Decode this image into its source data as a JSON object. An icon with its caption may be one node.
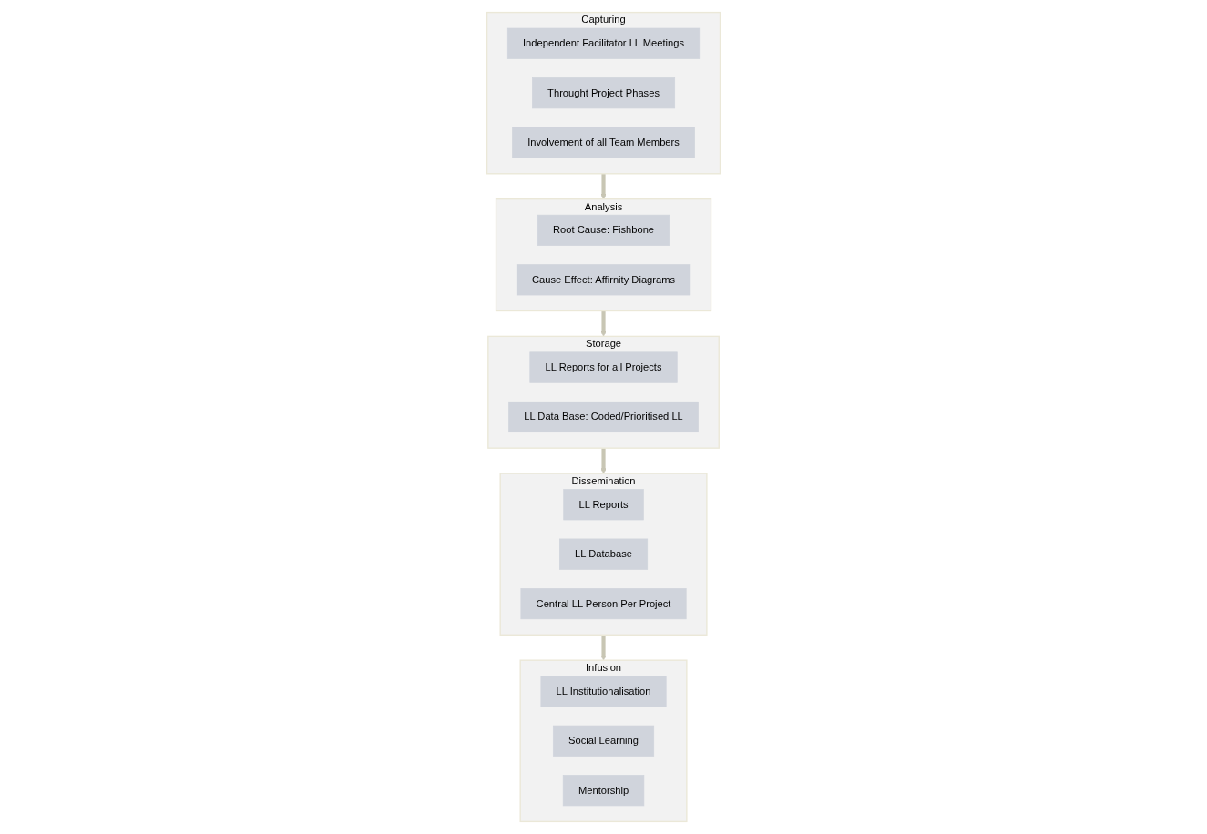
{
  "diagram": {
    "nodes": [
      {
        "text": [
          "Capturing"
        ]
      },
      {
        "text": [
          "Independent Facilitator LL Meetings"
        ],
        "in": 0
      },
      {
        "text": [
          "Throught Project Phases"
        ],
        "in": 0
      },
      {
        "text": [
          "Involvement of all Team Members"
        ],
        "in": 0
      },
      {
        "text": [
          "Analysis"
        ]
      },
      {
        "text": [
          "Root Cause: Fishbone"
        ],
        "in": 4
      },
      {
        "text": [
          "Cause Effect: Affirnity Diagrams"
        ],
        "in": 4
      },
      {
        "text": [
          "Storage"
        ]
      },
      {
        "text": [
          "LL Reports for all Projects"
        ],
        "in": 7
      },
      {
        "text": [
          "LL Data Base: Coded/Prioritised LL"
        ],
        "in": 7
      },
      {
        "text": [
          "Dissemination"
        ]
      },
      {
        "text": [
          "LL Reports"
        ],
        "in": 10
      },
      {
        "text": [
          "LL Database"
        ],
        "in": 10
      },
      {
        "text": [
          "Central LL Person Per Project"
        ],
        "in": 10
      },
      {
        "text": [
          "Infusion"
        ]
      },
      {
        "text": [
          "LL Institutionalisation"
        ],
        "in": 14
      },
      {
        "text": [
          "Social Learning"
        ],
        "in": 14
      },
      {
        "text": [
          "Mentorship"
        ],
        "in": 14
      }
    ],
    "edges": [
      {
        "from": 0,
        "to": 4,
        "arrow": "to"
      },
      {
        "from": 4,
        "to": 7,
        "arrow": "to"
      },
      {
        "from": 7,
        "to": 10,
        "arrow": "to"
      },
      {
        "from": 10,
        "to": 14,
        "arrow": "to"
      }
    ]
  }
}
